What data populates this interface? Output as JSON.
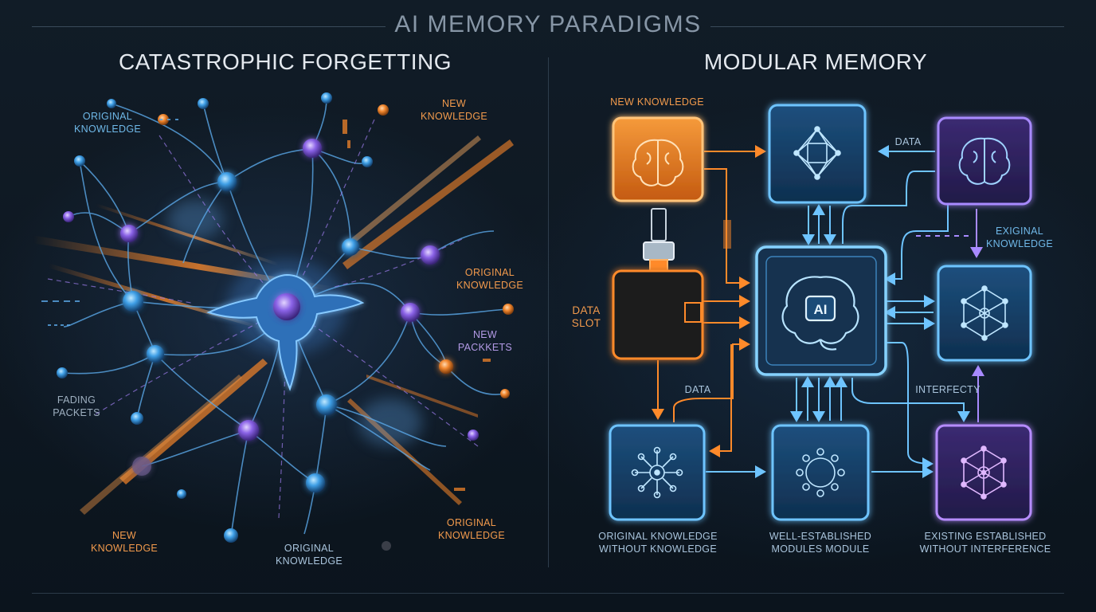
{
  "title": "AI MEMORY PARADIGMS",
  "left_panel": {
    "title": "CATASTROPHIC FORGETTING",
    "labels": {
      "original_knowledge_top": "ORIGINAL\nKNOWLEDGE",
      "new_knowledge_top": "NEW\nKNOWLEDGE",
      "original_knowledge_right": "ORIGINAL\nKNOWLEDGE",
      "new_packets": "NEW\nPACKKETS",
      "fading_packets": "FADING\nPACKETS",
      "new_knowledge_bottom": "NEW\nKNOWLEDGE",
      "original_knowledge_bottom": "ORIGINAL\nKNOWLEDGE",
      "original_knowledge_bottom_right": "ORIGINAL\nKNOWLEDGE"
    }
  },
  "right_panel": {
    "title": "MODULAR MEMORY",
    "labels": {
      "new_knowledge": "NEW KNOWLEDGE",
      "data_top": "DATA",
      "exiginal_knowledge": "EXIGINAL\nKNOWLEDGE",
      "data_slot": "DATA\nSLOT",
      "data_mid": "DATA",
      "interfecty": "INTERFECTY",
      "ai_chip": "AI",
      "bottom_left": "ORIGINAL KNOWLEDGE\nWITHOUT KNOWLEDGE",
      "bottom_mid": "WELL-ESTABLISHED\nMODULES MODULE",
      "bottom_right": "EXISTING ESTABLISHED\nWITHOUT INTERFERENCE"
    }
  },
  "colors": {
    "blue": "#4fb6ff",
    "orange": "#ff8a2a",
    "purple": "#a47bff",
    "background": "#0d1620"
  },
  "icons": {
    "new_knowledge_module": "brain-icon",
    "top_module": "network-cube-icon",
    "top_right_module": "brain-icon",
    "center_core": "ai-brain-chip-icon",
    "right_module": "network-icon",
    "bottom_modules": "network-icon"
  }
}
